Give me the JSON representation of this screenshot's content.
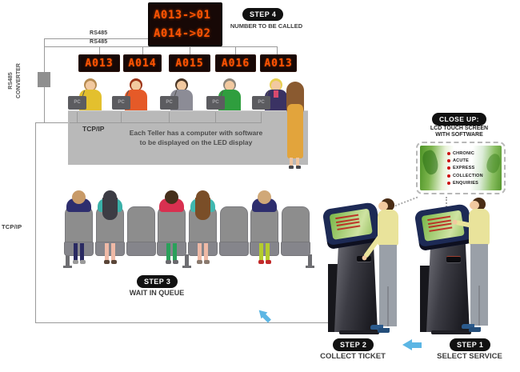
{
  "step4": {
    "badge": "STEP 4",
    "caption": "NUMBER TO BE CALLED"
  },
  "main_display": {
    "line1": "A013->01",
    "line2": "A014->02"
  },
  "counter_displays": [
    "A013",
    "A014",
    "A015",
    "A016",
    "A013"
  ],
  "network": {
    "rs485_label_top": "RS485",
    "rs485_label_bottom": "RS485",
    "converter_line1": "RS485",
    "converter_line2": "CONVERTER",
    "tcpip_left": "TCP/IP",
    "tcpip_counter": "TCP/IP"
  },
  "tellers": {
    "pc_label": "PC",
    "caption_line1": "Each Teller has a computer with software",
    "caption_line2": "to be displayed on the LED display"
  },
  "step3": {
    "badge": "STEP 3",
    "caption": "WAIT IN QUEUE"
  },
  "closeup": {
    "badge": "CLOSE UP:",
    "subtitle_line1": "LCD TOUCH SCREEN",
    "subtitle_line2": "WITH SOFTWARE",
    "menu": [
      "CHRONIC",
      "ACUTE",
      "EXPRESS",
      "COLLECTION",
      "ENQUIRIES"
    ]
  },
  "step2": {
    "badge": "STEP 2",
    "caption": "COLLECT TICKET"
  },
  "step1": {
    "badge": "STEP 1",
    "caption": "SELECT SERVICE"
  },
  "colors": {
    "led_text": "#ff5303",
    "led_background": "#170806",
    "badge_background": "#111111",
    "arrow_blue": "#5cb6e4",
    "counter_gray": "#b9b9b9",
    "kiosk_navy": "#1d2a55",
    "kiosk_screen_green": "#79b647",
    "menu_bullet_red": "#cc1111",
    "wire_gray": "#9a9a9a"
  }
}
